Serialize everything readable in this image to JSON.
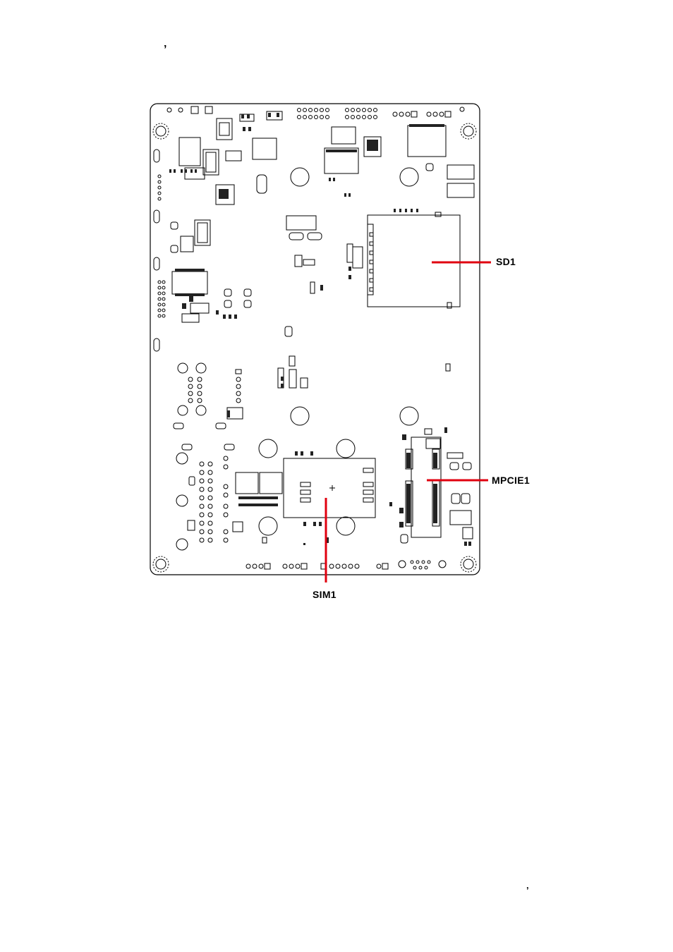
{
  "page": {
    "top_mark": "’",
    "bottom_mark": "’"
  },
  "callouts": {
    "sd1": "SD1",
    "mpcie1": "MPCIE1",
    "sim1": "SIM1"
  },
  "colors": {
    "leader_line": "#e0000f",
    "outline": "#000000",
    "board_fill": "#ffffff"
  }
}
